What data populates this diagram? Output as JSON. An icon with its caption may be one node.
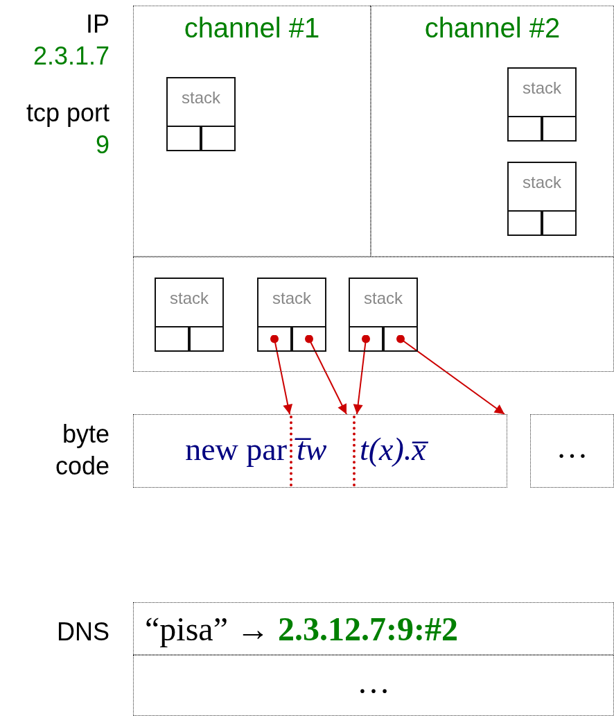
{
  "diagram": {
    "nodes": [
      {
        "text": [],
        "shape": "box",
        "beside": [
          "IP",
          "2.3.1.7",
          "tcp port",
          "9"
        ]
      },
      {
        "text": [
          "channel #1"
        ],
        "in": 0
      },
      {
        "text": [
          "stack"
        ],
        "in": 1
      },
      {
        "text": [],
        "shape": "box",
        "in": 2
      },
      {
        "text": [],
        "shape": "box",
        "in": 2
      },
      {
        "text": [
          "channel #2"
        ],
        "in": 0
      },
      {
        "text": [
          "stack"
        ],
        "in": 5
      },
      {
        "text": [],
        "shape": "box",
        "in": 6
      },
      {
        "text": [],
        "shape": "box",
        "in": 6
      },
      {
        "text": [
          "stack"
        ],
        "in": 5
      },
      {
        "text": [],
        "shape": "box",
        "in": 9
      },
      {
        "text": [],
        "shape": "box",
        "in": 9
      },
      {
        "text": [],
        "shape": "box",
        "in": 0
      },
      {
        "text": [
          "stack"
        ],
        "in": 12
      },
      {
        "text": [],
        "shape": "box",
        "in": 13
      },
      {
        "text": [],
        "shape": "box",
        "in": 13
      },
      {
        "text": [
          "stack"
        ],
        "in": 12
      },
      {
        "text": [],
        "shape": "box",
        "in": 16
      },
      {
        "text": [],
        "shape": "box",
        "in": 16
      },
      {
        "text": [
          "stack"
        ],
        "in": 12
      },
      {
        "text": [],
        "shape": "box",
        "in": 19
      },
      {
        "text": [],
        "shape": "box",
        "in": 19
      },
      {
        "text": [],
        "shape": "box",
        "beside": [
          "byte code"
        ]
      },
      {
        "text": [
          "new par"
        ],
        "in": 22
      },
      {
        "text": [
          "t̅w"
        ],
        "in": 22
      },
      {
        "text": [
          "t(x).x̅"
        ],
        "in": 22
      },
      {
        "text": [
          "…"
        ]
      },
      {
        "text": [],
        "shape": "box",
        "beside": [
          "DNS"
        ]
      },
      {
        "text": [
          "“pisa” → **2.3.12.7:9:#2**"
        ],
        "in": 27
      },
      {
        "text": [
          "…"
        ],
        "in": 27
      }
    ],
    "edges": [
      {
        "from": 17,
        "to": 24,
        "arrow": "to"
      },
      {
        "from": 18,
        "to": 24,
        "arrow": "to"
      },
      {
        "from": 20,
        "to": 25,
        "arrow": "to"
      },
      {
        "from": 21,
        "to": 22,
        "arrow": "to"
      }
    ]
  }
}
